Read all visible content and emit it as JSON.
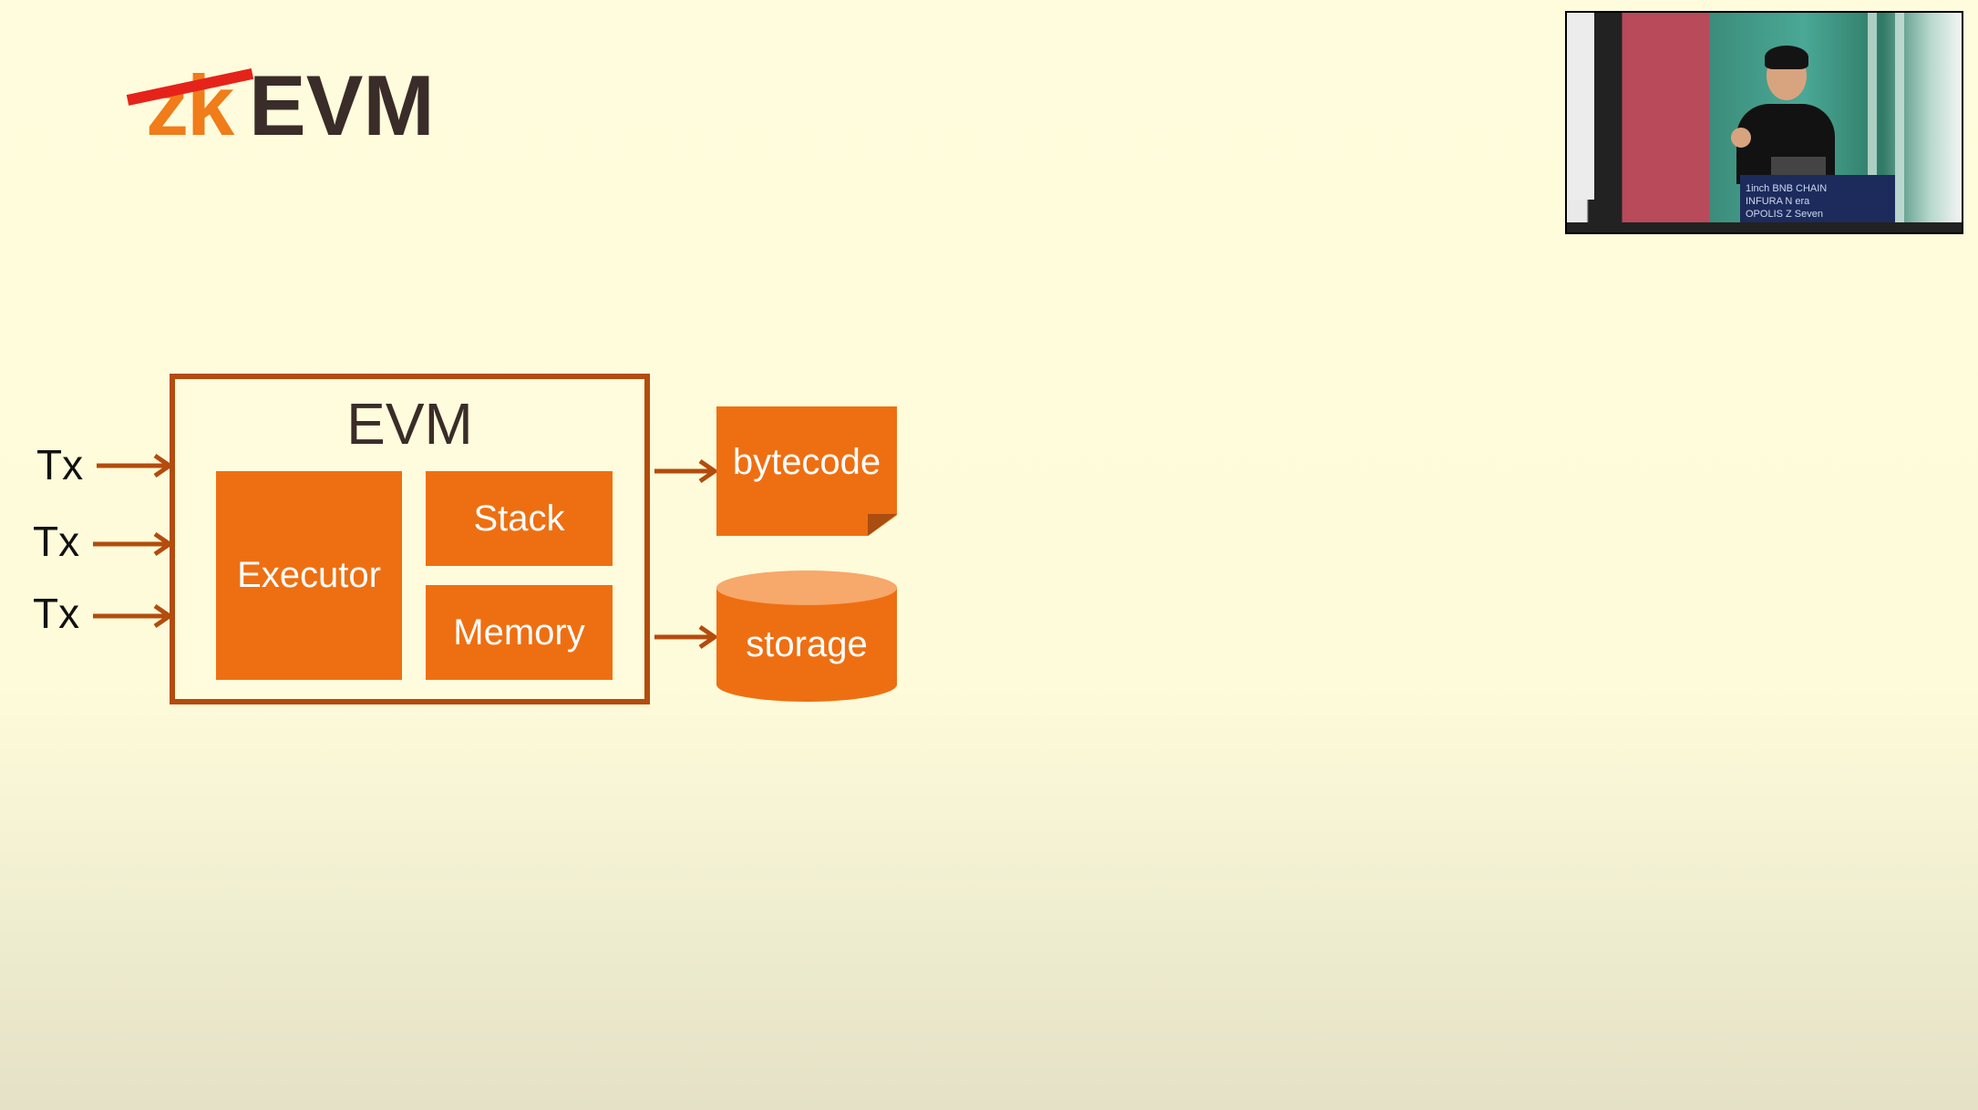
{
  "slide": {
    "title_struck": "zk",
    "title_main": "EVM"
  },
  "diagram": {
    "inputs": [
      "Tx",
      "Tx",
      "Tx"
    ],
    "evm_label": "EVM",
    "executor_label": "Executor",
    "stack_label": "Stack",
    "memory_label": "Memory",
    "bytecode_label": "bytecode",
    "storage_label": "storage"
  },
  "video": {
    "podium_line1": "1inch  BNB CHAIN",
    "podium_line2": "INFURA  N  era",
    "podium_line3": "OPOLIS  Z  Seven"
  },
  "colors": {
    "background": "#fefcdc",
    "accent_orange": "#ee6f12",
    "arrow_brown": "#b34c0d",
    "strike_red": "#e5231a",
    "title_dark": "#3a2c28"
  }
}
